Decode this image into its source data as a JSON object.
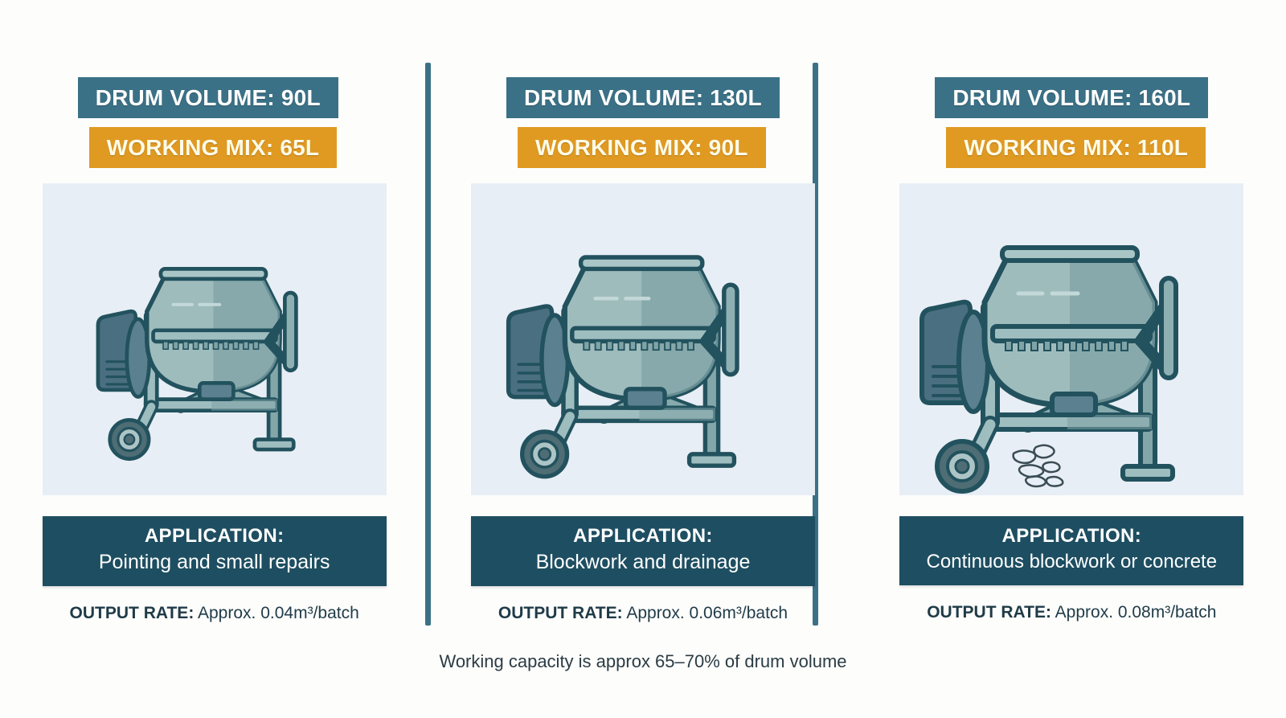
{
  "footnote": "Working capacity is approx 65–70% of drum volume",
  "colors": {
    "background": "#fdfdfc",
    "drum_badge": "#3b7186",
    "mix_badge": "#e09a22",
    "application_band": "#1e4e61",
    "image_panel": "#e8eef5",
    "divider": "#3b7186",
    "text_dark": "#1f3b47"
  },
  "labels": {
    "application_title": "APPLICATION:",
    "output_rate_label": "OUTPUT RATE:"
  },
  "columns": [
    {
      "drum_volume": "DRUM VOLUME: 90L",
      "working_mix": "WORKING MIX: 65L",
      "application_title": "APPLICATION:",
      "application_text": "Pointing and small repairs",
      "output_rate_label": "OUTPUT RATE:",
      "output_rate_value": "Approx. 0.04m³/batch",
      "mixer_scale": 0.78,
      "has_debris": false
    },
    {
      "drum_volume": "DRUM VOLUME: 130L",
      "working_mix": "WORKING MIX: 90L",
      "application_title": "APPLICATION:",
      "application_text": "Blockwork and drainage",
      "output_rate_label": "OUTPUT RATE:",
      "output_rate_value": "Approx. 0.06m³/batch",
      "mixer_scale": 0.9,
      "has_debris": false
    },
    {
      "drum_volume": "DRUM VOLUME: 160L",
      "working_mix": "WORKING MIX: 110L",
      "application_title": "APPLICATION:",
      "application_text": "Continuous blockwork or concrete",
      "output_rate_label": "OUTPUT RATE:",
      "output_rate_value": "Approx. 0.08m³/batch",
      "mixer_scale": 1.0,
      "has_debris": true
    }
  ]
}
